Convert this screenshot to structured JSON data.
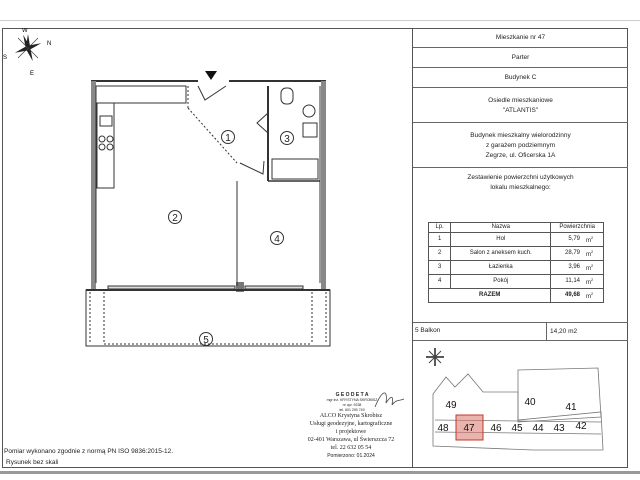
{
  "title_block": {
    "apartment": "Mieszkanie nr 47",
    "floor": "Parter",
    "building": "Budynek C",
    "estate_line1": "Osiedle mieszkaniowe",
    "estate_line2": "\"ATLANTIS\"",
    "desc_line1": "Budynek mieszkalny wielorodzinny",
    "desc_line2": "z garażem podziemnym",
    "desc_line3": "Zegrze, ul. Oficerska 1A",
    "summary_line1": "Zestawienie powierzchni użytkowych",
    "summary_line2": "lokalu mieszkalnego:"
  },
  "area_table": {
    "headers": [
      "Lp.",
      "Nazwa",
      "Powierzchnia"
    ],
    "rows": [
      {
        "no": "1",
        "name": "Hol",
        "area": "5,79",
        "unit": "m"
      },
      {
        "no": "2",
        "name": "Salon z aneksem kuch.",
        "area": "28,79",
        "unit": "m"
      },
      {
        "no": "3",
        "name": "Łazienka",
        "area": "3,96",
        "unit": "m"
      },
      {
        "no": "4",
        "name": "Pokój",
        "area": "11,14",
        "unit": "m"
      }
    ],
    "total_label": "RAZEM",
    "total_area": "49,68",
    "total_unit": "m",
    "unit_exp": "2"
  },
  "balcony": {
    "label": "5 Balkon",
    "area": "14,20  m2"
  },
  "floor_plan": {
    "rooms": [
      "1",
      "2",
      "3",
      "4",
      "5"
    ],
    "compass": {
      "n": "N",
      "s": "S",
      "e": "E",
      "w": "W"
    }
  },
  "site_map": {
    "units": [
      "49",
      "40",
      "41",
      "48",
      "47",
      "46",
      "45",
      "44",
      "43",
      "42"
    ],
    "highlighted": "47",
    "highlight_color": "#d9756a"
  },
  "footer": {
    "norm_note": "Pomiar wykonano zgodnie z normą PN ISO 9836:2015-12.",
    "scale_note": "Rysunek bez skali",
    "stamp_title": "G E O D E T A",
    "stamp_name": "mgr inż. KRYSTYNA SKROBISZ",
    "stamp_reg": "nr upr. 9238",
    "stamp_tel": "tel. 601 290 749",
    "company": "ALCO Krystyna Skrobisz",
    "services1": "Usługi geodezyjne, kartograficzne",
    "services2": "i projektowe",
    "address": "02-401 Warszawa, ul Świerszcza 72",
    "phone": "tel. 22 632 05 54",
    "measured": "Pomierzono: 01.2024"
  }
}
